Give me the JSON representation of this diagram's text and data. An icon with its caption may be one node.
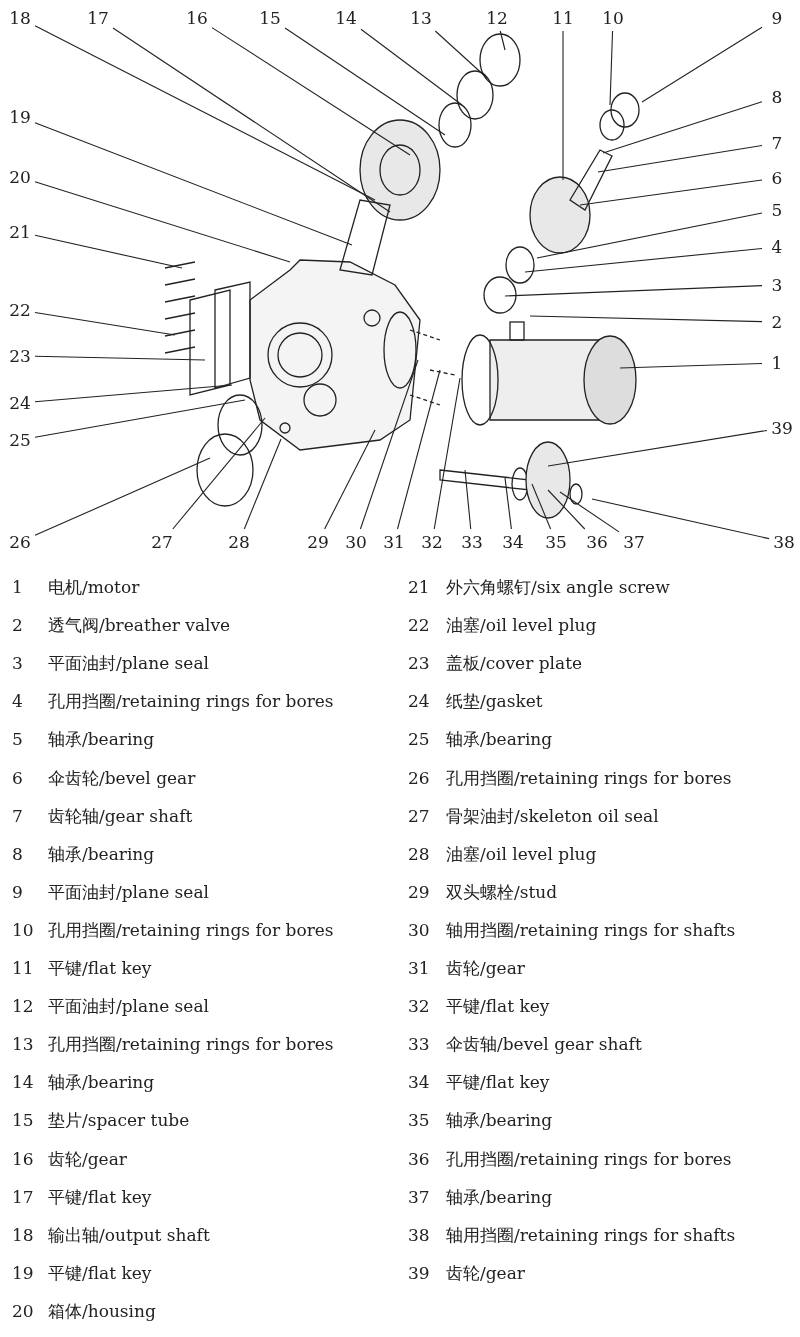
{
  "diagram": {
    "nodes": [
      {
        "text": [
          "1"
        ]
      },
      {
        "text": [
          "2"
        ]
      },
      {
        "text": [
          "3"
        ]
      },
      {
        "text": [
          "4"
        ]
      },
      {
        "text": [
          "5"
        ]
      },
      {
        "text": [
          "6"
        ]
      },
      {
        "text": [
          "7"
        ]
      },
      {
        "text": [
          "8"
        ]
      },
      {
        "text": [
          "9"
        ]
      },
      {
        "text": [
          "10"
        ]
      },
      {
        "text": [
          "11"
        ]
      },
      {
        "text": [
          "12"
        ]
      },
      {
        "text": [
          "13"
        ]
      },
      {
        "text": [
          "14"
        ]
      },
      {
        "text": [
          "15"
        ]
      },
      {
        "text": [
          "16"
        ]
      },
      {
        "text": [
          "17"
        ]
      },
      {
        "text": [
          "18"
        ]
      },
      {
        "text": [
          "19"
        ]
      },
      {
        "text": [
          "20"
        ]
      },
      {
        "text": [
          "21"
        ]
      },
      {
        "text": [
          "22"
        ]
      },
      {
        "text": [
          "23"
        ]
      },
      {
        "text": [
          "24"
        ]
      },
      {
        "text": [
          "25"
        ]
      },
      {
        "text": [
          "26"
        ]
      },
      {
        "text": [
          "27"
        ]
      },
      {
        "text": [
          "28"
        ]
      },
      {
        "text": [
          "29"
        ]
      },
      {
        "text": [
          "30"
        ]
      },
      {
        "text": [
          "31"
        ]
      },
      {
        "text": [
          "32"
        ]
      },
      {
        "text": [
          "33"
        ]
      },
      {
        "text": [
          "34"
        ]
      },
      {
        "text": [
          "35"
        ]
      },
      {
        "text": [
          "36"
        ]
      },
      {
        "text": [
          "37"
        ]
      },
      {
        "text": [
          "38"
        ]
      },
      {
        "text": [
          "39"
        ]
      }
    ],
    "edges": [
      {
        "from": 0,
        "to": null,
        "arrow": "none"
      },
      {
        "from": 1,
        "to": null,
        "arrow": "none"
      },
      {
        "from": 2,
        "to": null,
        "arrow": "none"
      },
      {
        "from": 3,
        "to": null,
        "arrow": "none"
      },
      {
        "from": 4,
        "to": null,
        "arrow": "none"
      },
      {
        "from": 5,
        "to": null,
        "arrow": "none"
      },
      {
        "from": 6,
        "to": null,
        "arrow": "none"
      },
      {
        "from": 7,
        "to": null,
        "arrow": "none"
      },
      {
        "from": 8,
        "to": null,
        "arrow": "none"
      },
      {
        "from": 9,
        "to": null,
        "arrow": "none"
      },
      {
        "from": 10,
        "to": null,
        "arrow": "none"
      },
      {
        "from": 11,
        "to": null,
        "arrow": "none"
      },
      {
        "from": 12,
        "to": null,
        "arrow": "none"
      },
      {
        "from": 13,
        "to": null,
        "arrow": "none"
      },
      {
        "from": 14,
        "to": null,
        "arrow": "none"
      },
      {
        "from": 15,
        "to": null,
        "arrow": "none"
      },
      {
        "from": 16,
        "to": null,
        "arrow": "none"
      },
      {
        "from": 17,
        "to": null,
        "arrow": "none"
      },
      {
        "from": 18,
        "to": null,
        "arrow": "none"
      },
      {
        "from": 19,
        "to": null,
        "arrow": "none"
      },
      {
        "from": 20,
        "to": null,
        "arrow": "none"
      },
      {
        "from": 21,
        "to": null,
        "arrow": "none"
      },
      {
        "from": 22,
        "to": null,
        "arrow": "none"
      },
      {
        "from": 23,
        "to": null,
        "arrow": "none"
      },
      {
        "from": 24,
        "to": null,
        "arrow": "none"
      },
      {
        "from": 25,
        "to": null,
        "arrow": "none"
      },
      {
        "from": 26,
        "to": null,
        "arrow": "none"
      },
      {
        "from": 27,
        "to": null,
        "arrow": "none"
      },
      {
        "from": 28,
        "to": null,
        "arrow": "none"
      },
      {
        "from": 29,
        "to": null,
        "arrow": "none"
      },
      {
        "from": 30,
        "to": null,
        "arrow": "none"
      },
      {
        "from": 31,
        "to": null,
        "arrow": "none"
      },
      {
        "from": 32,
        "to": null,
        "arrow": "none"
      },
      {
        "from": 33,
        "to": null,
        "arrow": "none"
      },
      {
        "from": 34,
        "to": null,
        "arrow": "none"
      },
      {
        "from": 35,
        "to": null,
        "arrow": "none"
      },
      {
        "from": 36,
        "to": null,
        "arrow": "none"
      },
      {
        "from": 37,
        "to": null,
        "arrow": "none"
      },
      {
        "from": 38,
        "to": null,
        "arrow": "none"
      }
    ],
    "labels": [
      "1",
      "电机/motor",
      "2",
      "透气阀/breather valve",
      "3",
      "平面油封/plane seal",
      "4",
      "孔用挡圈/retaining rings for bores",
      "5",
      "轴承/bearing",
      "6",
      "伞齿轮/bevel gear",
      "7",
      "齿轮轴/gear shaft",
      "8",
      "轴承/bearing",
      "9",
      "平面油封/plane seal",
      "10",
      "孔用挡圈/retaining rings for bores",
      "11",
      "平键/flat key",
      "12",
      "平面油封/plane seal",
      "13",
      "孔用挡圈/retaining rings for bores",
      "14",
      "轴承/bearing",
      "15",
      "垫片/spacer tube",
      "16",
      "齿轮/gear",
      "17",
      "平键/flat key",
      "18",
      "输出轴/output shaft",
      "19",
      "平键/flat key",
      "20",
      "箱体/housing",
      "21",
      "外六角螺钉/six angle screw",
      "22",
      "油塞/oil level plug",
      "23",
      "盖板/cover plate",
      "24",
      "纸垫/gasket",
      "25",
      "轴承/bearing",
      "26",
      "孔用挡圈/retaining rings for bores",
      "27",
      "骨架油封/skeleton oil seal",
      "28",
      "油塞/oil level plug",
      "29",
      "双头螺栓/stud",
      "30",
      "轴用挡圈/retaining rings for shafts",
      "31",
      "齿轮/gear",
      "32",
      "平键/flat key",
      "33",
      "伞齿轴/bevel gear shaft",
      "34",
      "平键/flat key",
      "35",
      "轴承/bearing",
      "36",
      "孔用挡圈/retaining rings for bores",
      "37",
      "轴承/bearing",
      "38",
      "轴用挡圈/retaining rings for shafts",
      "39",
      "齿轮/gear"
    ]
  }
}
